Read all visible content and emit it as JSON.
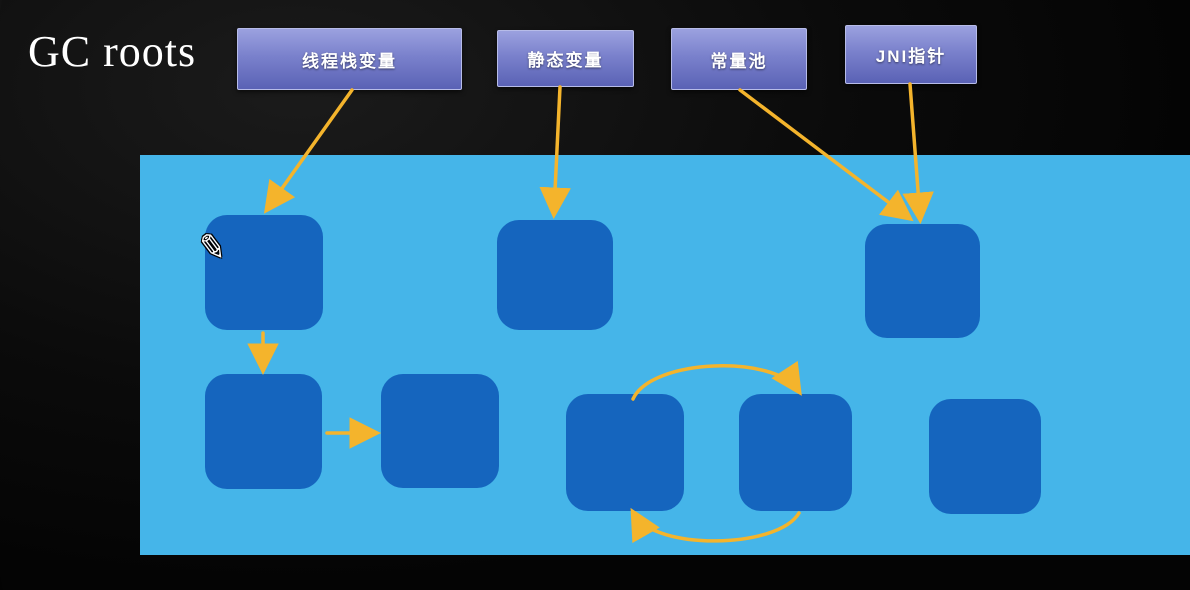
{
  "title": "GC roots",
  "roots": [
    {
      "id": "thread-stack",
      "label": "线程栈变量"
    },
    {
      "id": "static-variable",
      "label": "静态变量"
    },
    {
      "id": "constant-pool",
      "label": "常量池"
    },
    {
      "id": "jni-pointer",
      "label": "JNI指针"
    }
  ],
  "heap": {
    "description": "heap-region",
    "top_row_object_count": 3,
    "bottom_row_object_count": 5,
    "cycle_between": [
      "bottom-object-3",
      "bottom-object-4"
    ]
  },
  "icons": {
    "pen_cursor": "✎"
  },
  "colors": {
    "background": "#0A0A0A",
    "heap": "#45B5E9",
    "object": "#1565BE",
    "arrow": "#F4B42C",
    "root_box_top": "#9BA1DF",
    "root_box_bottom": "#5A62B5",
    "title_text": "#FFFFFF",
    "label_text": "#FFFFFF"
  }
}
